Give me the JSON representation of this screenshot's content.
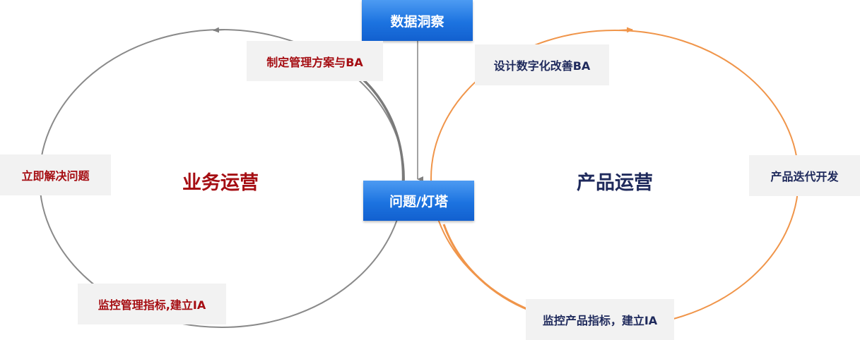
{
  "diagram": {
    "top_node": "数据洞察",
    "center_node": "问题/灯塔",
    "business_loop": {
      "title": "业务运营",
      "top_label": "制定管理方案与BA",
      "left_label": "立即解决问题",
      "bottom_label": "监控管理指标,建立IA",
      "color": "#808080"
    },
    "product_loop": {
      "title": "产品运营",
      "top_label": "设计数字化改善BA",
      "right_label": "产品迭代开发",
      "bottom_label": "监控产品指标，建立IA",
      "color": "#f0954a"
    },
    "colors": {
      "business_text": "#a50d12",
      "product_text": "#1f2a5c",
      "node_blue": "#1c73e0",
      "label_bg": "#f2f2f2"
    }
  }
}
